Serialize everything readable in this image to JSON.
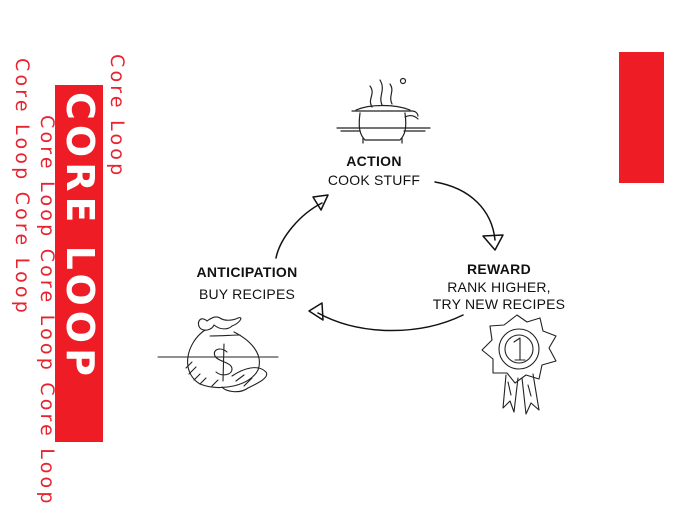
{
  "side": {
    "repeat_left": "Core Loop Core Loop",
    "repeat_middle": "Core Loop Core Loop Core Loop",
    "repeat_right": "Core Loop",
    "banner_title": "CORE LOOP"
  },
  "nodes": {
    "action": {
      "title": "ACTION",
      "lines": [
        "COOK STUFF"
      ]
    },
    "reward": {
      "title": "REWARD",
      "lines": [
        "RANK HIGHER,",
        "TRY NEW RECIPES"
      ]
    },
    "anticipation": {
      "title": "ANTICIPATION",
      "lines": [
        "BUY RECIPES"
      ]
    }
  },
  "icons": {
    "action": "cooking-pot-icon",
    "reward": "medal-ribbon-icon",
    "anticipation": "money-bag-icon"
  },
  "colors": {
    "accent": "#ee1c25",
    "text_red": "#e8232f",
    "ink": "#111111"
  }
}
